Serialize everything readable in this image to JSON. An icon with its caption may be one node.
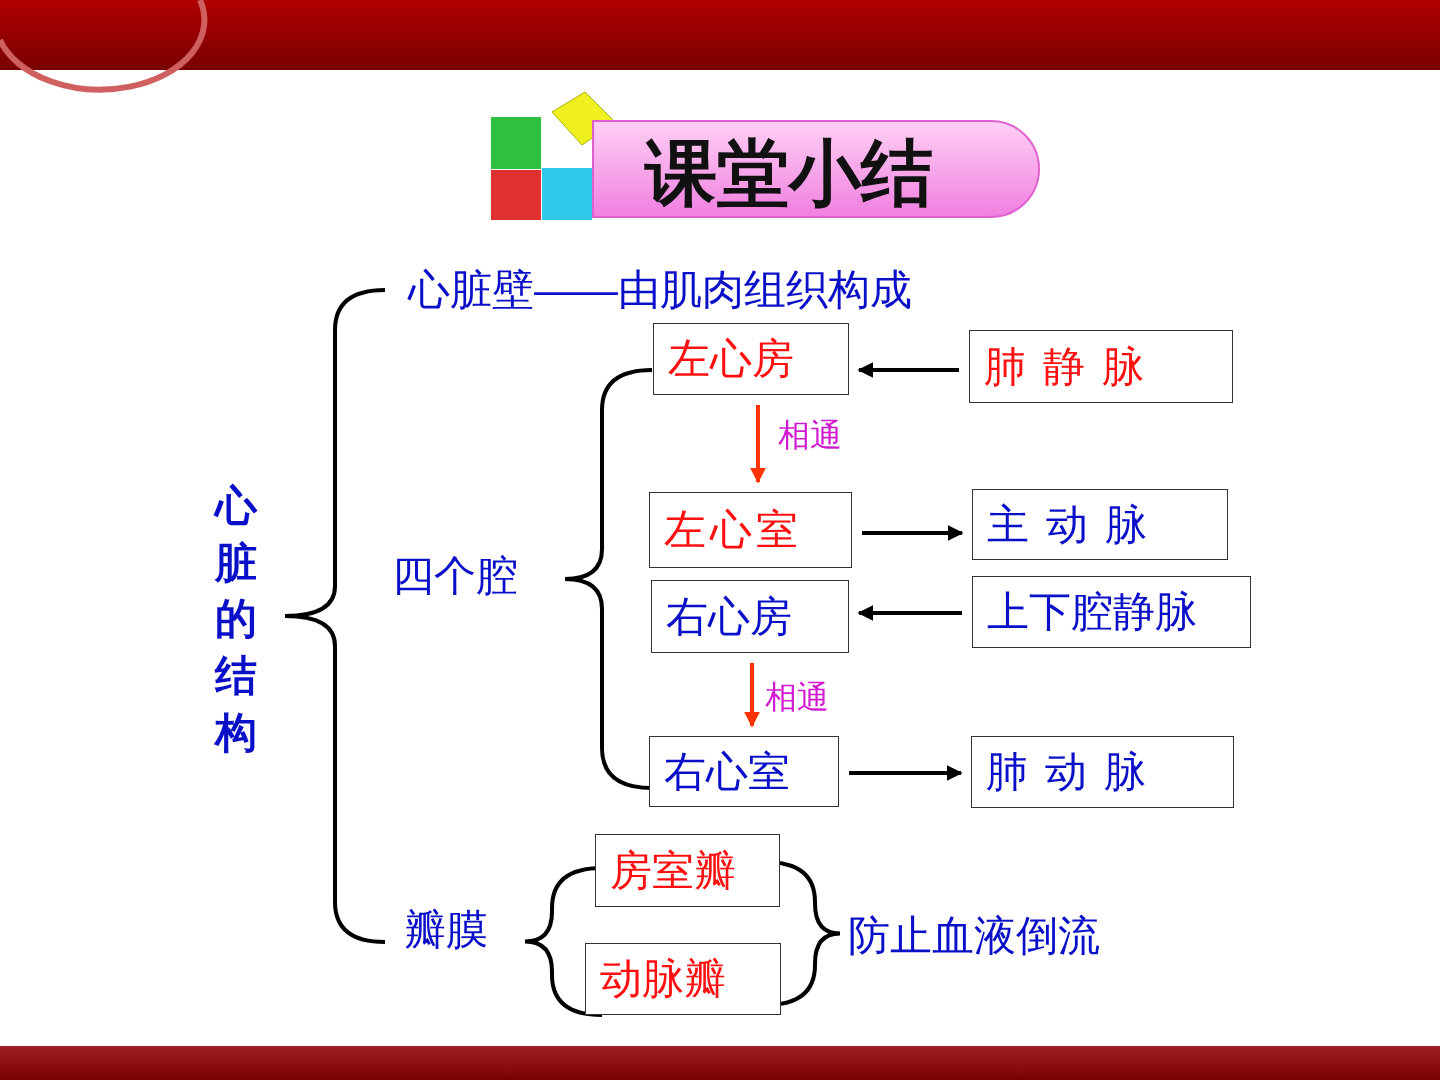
{
  "diagram": {
    "title": "课堂小结",
    "nodes": [
      {
        "text": [
          "左心房"
        ]
      },
      {
        "text": [
          "肺静脉"
        ]
      },
      {
        "text": [
          "左心室"
        ]
      },
      {
        "text": [
          "主动脉"
        ]
      },
      {
        "text": [
          "右心房"
        ]
      },
      {
        "text": [
          "上下腔静脉"
        ]
      },
      {
        "text": [
          "右心室"
        ]
      },
      {
        "text": [
          "肺动脉"
        ]
      },
      {
        "text": [
          "房室瓣"
        ]
      },
      {
        "text": [
          "动脉瓣"
        ]
      }
    ],
    "edges": [
      {
        "from": 1,
        "to": 0,
        "arrow": "to"
      },
      {
        "from": 0,
        "to": 2,
        "arrow": "to",
        "label": "相通",
        "color": "#ff3300"
      },
      {
        "from": 2,
        "to": 3,
        "arrow": "to"
      },
      {
        "from": 5,
        "to": 4,
        "arrow": "to"
      },
      {
        "from": 4,
        "to": 6,
        "arrow": "to",
        "label": "相通",
        "color": "#ff3300"
      },
      {
        "from": 6,
        "to": 7,
        "arrow": "to"
      }
    ],
    "labels": [
      "心脏的结构",
      "心脏壁——由肌肉组织构成",
      "四个腔",
      "瓣膜",
      "防止血液倒流"
    ]
  }
}
